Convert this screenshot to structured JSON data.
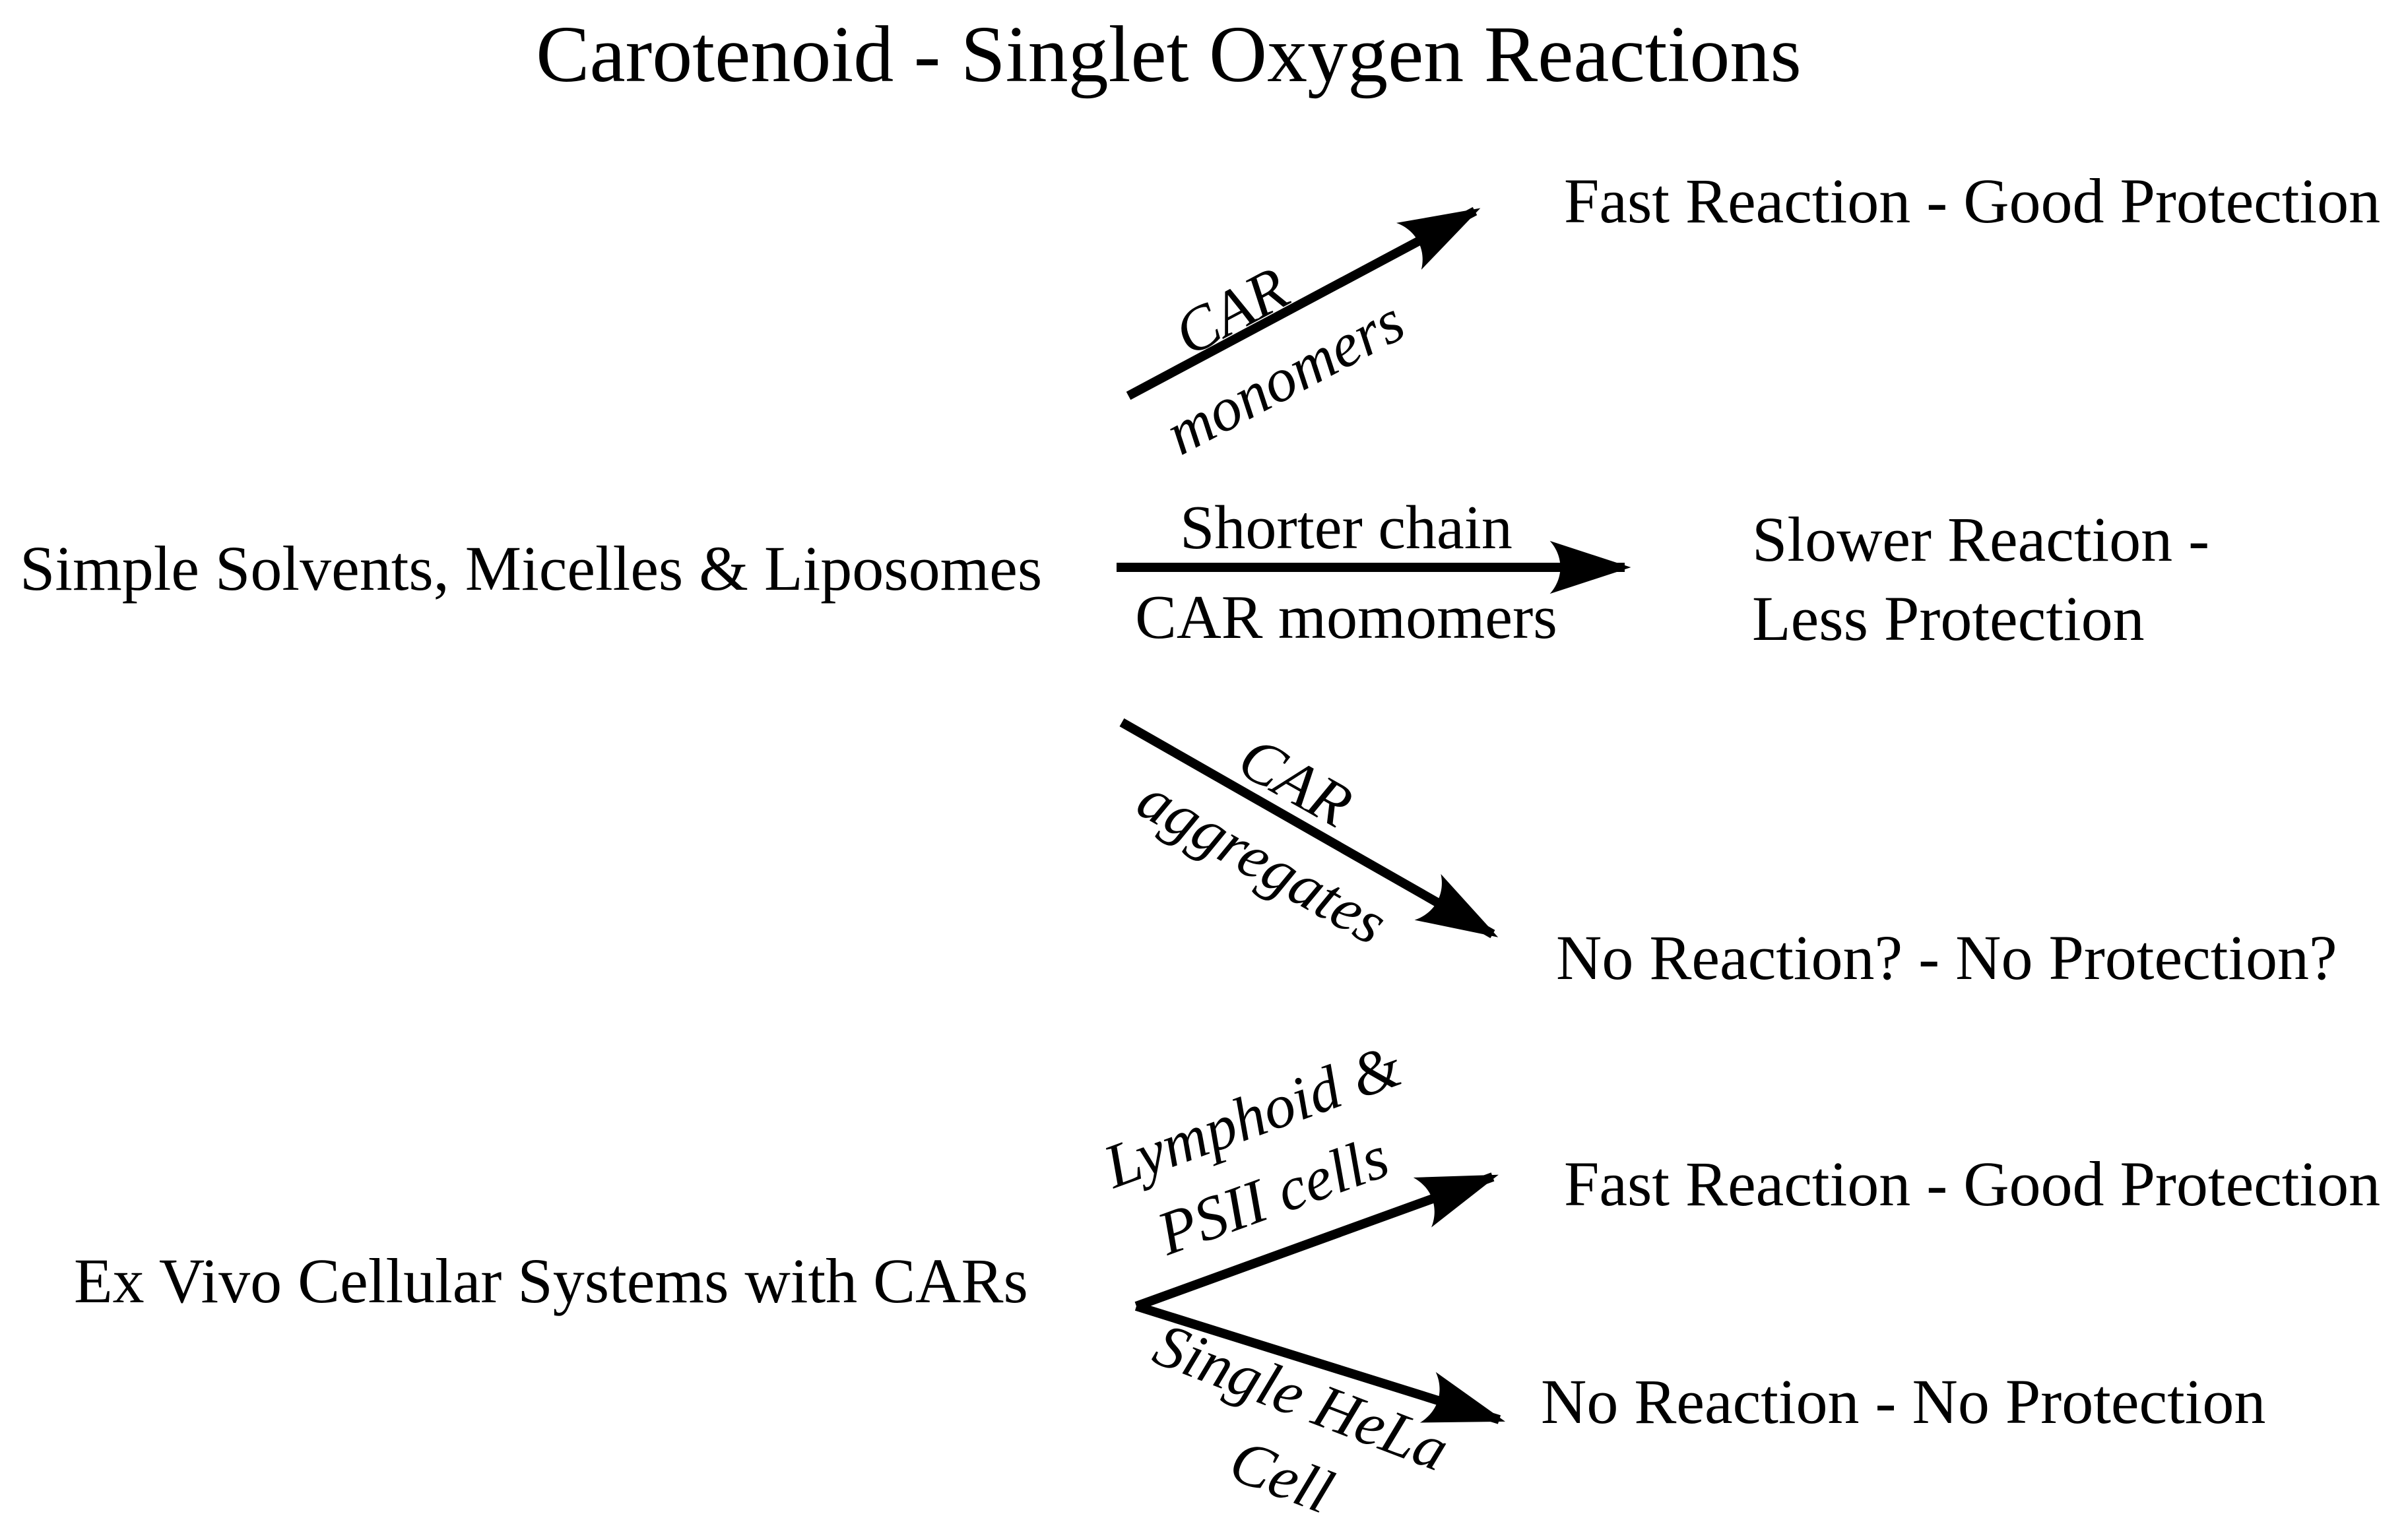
{
  "title": "Carotenoid - Singlet Oxygen Reactions",
  "nodes": {
    "solvents": {
      "label": "Simple Solvents, Micelles & Liposomes"
    },
    "exvivo": {
      "label": "Ex Vivo Cellular Systems with CARs"
    }
  },
  "arrows": {
    "car_monomers": {
      "label_top": "CAR",
      "label_bottom": "monomers"
    },
    "shorter_chain": {
      "label_top": "Shorter chain",
      "label_bottom": "CAR momomers"
    },
    "car_aggregates": {
      "label_top": "CAR",
      "label_bottom": "aggregates"
    },
    "lymphoid": {
      "label_line1": "Lymphoid &",
      "label_line2": "PSII cells"
    },
    "single_hela": {
      "label_line1": "Single HeLa",
      "label_line2": "Cell"
    }
  },
  "outcomes": {
    "fast_top": "Fast Reaction - Good Protection",
    "slower_line1": "Slower Reaction -",
    "slower_line2": "Less Protection",
    "no_reaction_q": "No Reaction? - No Protection?",
    "fast_bottom": "Fast Reaction - Good Protection",
    "no_reaction": "No Reaction - No Protection"
  },
  "colors": {
    "ink": "#000000",
    "background": "#ffffff"
  }
}
